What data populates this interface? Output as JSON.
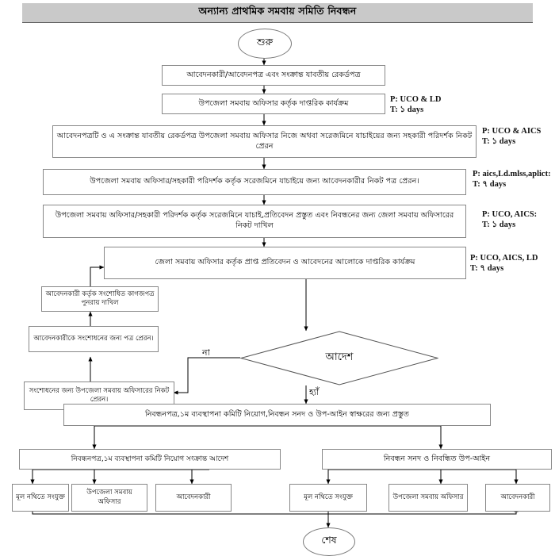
{
  "header": {
    "title": "অন্যান্য প্রাথমিক সমবায় সমিতি নিবন্ধন"
  },
  "terminals": {
    "start": "শুরু",
    "end": "শেষ"
  },
  "edge_labels": {
    "no": "না",
    "yes": "হ্যাঁ"
  },
  "decision": {
    "label": "আদেশ"
  },
  "main_flow": [
    {
      "id": "records",
      "text": "আবেদনকারী/আবেদনপত্র এবং সংক্রান্ত যাবতীয় রেকর্ডপত্র"
    },
    {
      "id": "uco-office",
      "text": "উপজেলা সমবায় অফিসার কর্তৃক দাপ্তরিক কার্যক্রম"
    },
    {
      "id": "send-inspector",
      "text": "আবেদনপত্রটি ও এ সংক্রান্ত যাবতীয় রেকর্ডপত্র উপজেলা সমবায় অফিসার নিজে অথবা সরেজমিনে যাচাইয়ের জন্য সহকারী পরিদর্শক নিকট প্রেরন"
    },
    {
      "id": "letter-applicant",
      "text": "উপজেলা সমবায় অফিসার/সহকারী পরিদর্শক কর্তৃক সরেজমিনে যাচাইয়ে জন্য আবেদনকারীর নিকট পত্র প্রেরন।"
    },
    {
      "id": "submit-district",
      "text": "উপজেলা সমবায় অফিসার/সহকারী পরিদর্শক কর্তৃক সরেজমিনে যাচাই,প্রতিবেদন প্রস্তুত এবং নিবন্ধনের জন্য জেলা সমবায় অফিসারের নিকট দাখিল"
    },
    {
      "id": "district-action",
      "text": "জেলা সমবায় অফিসার কর্তৃক প্রাপ্ত প্রতিবেদন ও আবেদনের আলোকে দাপ্তরিক কার্যক্রম"
    }
  ],
  "annotations": [
    {
      "id": "a1",
      "p": "P: UCO & LD",
      "t": "T: ১ days"
    },
    {
      "id": "a2",
      "p": "P: UCO & AICS",
      "t": "T: ১ days"
    },
    {
      "id": "a3",
      "p": "P: aics,Ld.mlss,aplict:",
      "t": "T: ৭ days"
    },
    {
      "id": "a4",
      "p": "P: UCO, AICS:",
      "t": "T: ১ days"
    },
    {
      "id": "a5",
      "p": "P: UCO, AICS, LD",
      "t": "T: ৭ days"
    }
  ],
  "correction_loop": [
    {
      "id": "resubmit",
      "text": "আবেদনকারী কর্তৃক সংশোধিত কাগজপত্র পুনরায় দাখিল"
    },
    {
      "id": "notify-applicant",
      "text": "আবেদনকারীকে সংশোধনের জন্য পত্র প্রেরন।"
    },
    {
      "id": "send-uco",
      "text": "সংশোধনের জন্য উপজেলা সমবায় অফিসারের নিকট প্রেরন।"
    }
  ],
  "approval": {
    "ready": "নিবন্ধনপত্র,১ম ব্যবস্থাপনা কমিটি নিয়োগ,নিবন্ধন সনদ ও উপ-আইন স্বাক্ষরের জন্য প্রস্তুত",
    "left_branch": "নিবন্ধনপত্র,১ম ব্যবস্থাপনা কমিটি নিয়োগ সংক্রান্ত আদেশ",
    "right_branch": "নিবন্ধন সনদ ও নিবন্ধিত উপ-আইন"
  },
  "outputs_left": [
    {
      "id": "ol1",
      "text": "মূল নথিতে সংযুক্ত"
    },
    {
      "id": "ol2",
      "text": "উপজেলা সমবায় অফিসার"
    },
    {
      "id": "ol3",
      "text": "আবেদনকারী"
    }
  ],
  "outputs_right": [
    {
      "id": "or1",
      "text": "মূল নথিতে সংযুক্ত"
    },
    {
      "id": "or2",
      "text": "উপজেলা সমবায় অফিসার"
    },
    {
      "id": "or3",
      "text": "আবেদনকারী"
    }
  ],
  "colors": {
    "title_bg": "#c9c9c9",
    "node_border": "#888888",
    "line": "#000000",
    "page_bg": "#ffffff"
  }
}
